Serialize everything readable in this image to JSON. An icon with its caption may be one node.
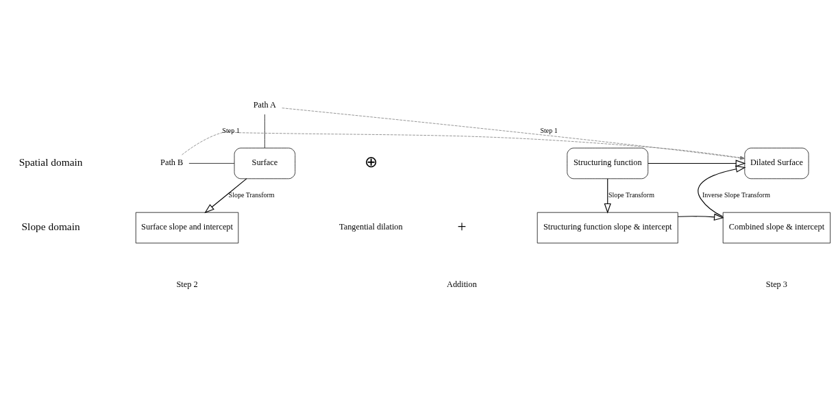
{
  "diagram": {
    "nodes": [
      {
        "text": [
          "Surface"
        ]
      },
      {
        "text": [
          "Structuring function"
        ]
      },
      {
        "text": [
          "Dilated Surface"
        ]
      },
      {
        "text": [
          "Surface slope and intercept"
        ]
      },
      {
        "text": [
          "Structuring function slope & intercept"
        ]
      },
      {
        "text": [
          "Combined slope & intercept"
        ]
      },
      {
        "text": [
          "Path A"
        ]
      },
      {
        "text": [
          "Path B"
        ]
      }
    ],
    "edges": [
      {
        "from": 6,
        "to": 0,
        "arrow": "none"
      },
      {
        "from": 7,
        "to": 0,
        "arrow": "none"
      },
      {
        "from": 6,
        "to": 2,
        "arrow": "to",
        "style": "dashed",
        "color": "#777777",
        "label": "Step 1"
      },
      {
        "from": 7,
        "to": 2,
        "arrow": "to",
        "style": "dashed",
        "color": "#777777",
        "label": "Step 1"
      },
      {
        "from": 1,
        "to": 2,
        "arrow": "to"
      },
      {
        "from": 0,
        "to": 3,
        "arrow": "to",
        "label": "Slope Transform"
      },
      {
        "from": 1,
        "to": 4,
        "arrow": "to",
        "label": "Slope Transform"
      },
      {
        "from": 4,
        "to": 5,
        "arrow": "to"
      },
      {
        "from": 5,
        "to": 2,
        "arrow": "to",
        "label": "Inverse Slope Transform"
      }
    ],
    "labels": [
      "⊕",
      "Tangential dilation",
      "Spatial domain",
      "Slope domain",
      "+",
      "Addition",
      "Step 2",
      "Step 3"
    ]
  }
}
